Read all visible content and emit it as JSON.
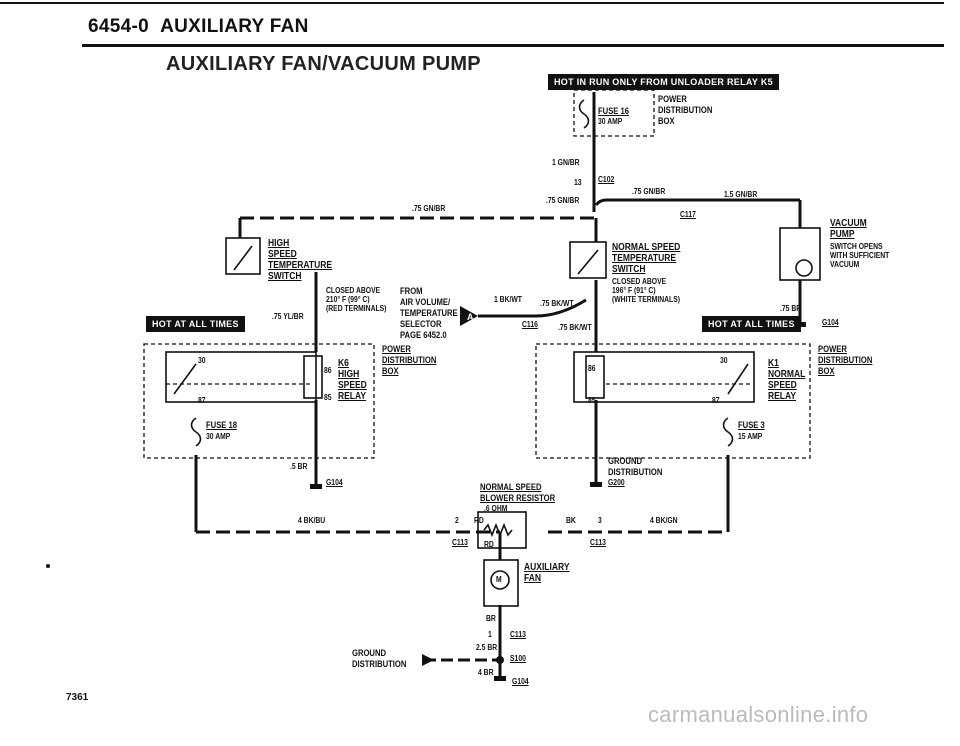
{
  "header": {
    "section": "6454-0",
    "heading": "AUXILIARY FAN"
  },
  "title": "AUXILIARY FAN/VACUUM PUMP",
  "badges": {
    "hot_in_run": "HOT IN RUN ONLY FROM UNLOADER RELAY K5",
    "hot_at_all_left": "HOT AT ALL TIMES",
    "hot_at_all_right": "HOT AT ALL TIMES"
  },
  "top_box": {
    "fuse": "FUSE 16",
    "amp": "30 AMP",
    "pdb": [
      "POWER",
      "DISTRIBUTION",
      "BOX"
    ]
  },
  "wires": {
    "w1": "1 GN/BR",
    "c102_pin": "13",
    "c102": "C102",
    "w_75gnbr_a": ".75 GN/BR",
    "w_75gnbr_b": ".75 GN/BR",
    "w_75gnbr_c": ".75 GN/BR",
    "w_15gnbr": "1.5 GN/BR",
    "c117": "C117",
    "w_75ylbr": ".75 YL/BR",
    "w_1bkwt": "1 BK/WT",
    "w_75bkwt_a": ".75 BK/WT",
    "c116": "C116",
    "w_75bkwt_b": ".75 BK/WT",
    "w_75br": ".75 BR",
    "w_5br": ".5 BR",
    "w_4bkbu": "4 BK/BU",
    "pin2": "2",
    "rd_a": "RD",
    "rd_b": "RD",
    "bk": "BK",
    "pin3": "3",
    "w_4bkgn": "4 BK/GN",
    "c113_a": "C113",
    "c113_b": "C113",
    "br": "BR",
    "pin1": "1",
    "c113_c": "C113",
    "w_25br": "2.5 BR",
    "s100": "S100",
    "w_4br": "4 BR",
    "g104_bottom": "G104"
  },
  "hi_switch": {
    "lines": [
      "HIGH",
      "SPEED",
      "TEMPERATURE",
      "SWITCH"
    ],
    "note": [
      "CLOSED ABOVE",
      "210° F (99° C)",
      "(RED TERMINALS)"
    ]
  },
  "norm_switch": {
    "lines": [
      "NORMAL SPEED",
      "TEMPERATURE",
      "SWITCH"
    ],
    "note": [
      "CLOSED ABOVE",
      "196° F (91° C)",
      "(WHITE TERMINALS)"
    ]
  },
  "vacuum": {
    "lines": [
      "VACUUM",
      "PUMP"
    ],
    "note": [
      "SWITCH OPENS",
      "WITH SUFFICIENT",
      "VACUUM"
    ],
    "ground": "G104"
  },
  "selector": {
    "lines": [
      "FROM",
      "AIR VOLUME/",
      "TEMPERATURE",
      "SELECTOR",
      "PAGE 6452.0"
    ],
    "connector": "A"
  },
  "left_pdb": {
    "lines": [
      "POWER",
      "DISTRIBUTION",
      "BOX"
    ]
  },
  "right_pdb": {
    "lines": [
      "POWER",
      "DISTRIBUTION",
      "BOX"
    ]
  },
  "k6": {
    "lines": [
      "K6",
      "HIGH",
      "SPEED",
      "RELAY"
    ],
    "pins": {
      "p30": "30",
      "p86": "86",
      "p87": "87",
      "p85": "85"
    }
  },
  "k1": {
    "lines": [
      "K1",
      "NORMAL",
      "SPEED",
      "RELAY"
    ],
    "pins": {
      "p86": "86",
      "p30": "30",
      "p87": "87",
      "p85": "85"
    }
  },
  "fuse18": {
    "name": "FUSE 18",
    "amp": "30 AMP"
  },
  "fuse3": {
    "name": "FUSE 3",
    "amp": "15 AMP"
  },
  "g104_left": "G104",
  "ground_dist": {
    "lines": [
      "GROUND",
      "DISTRIBUTION"
    ],
    "g200": "G200"
  },
  "resistor": {
    "lines": [
      "NORMAL SPEED",
      "BLOWER RESISTOR"
    ],
    "value": ".6 OHM"
  },
  "aux_fan": {
    "lines": [
      "AUXILIARY",
      "FAN"
    ],
    "motor": "M"
  },
  "bottom_ground": {
    "lines": [
      "GROUND",
      "DISTRIBUTION"
    ]
  },
  "page_num": "7361",
  "watermark": "carmanualsonline.info"
}
